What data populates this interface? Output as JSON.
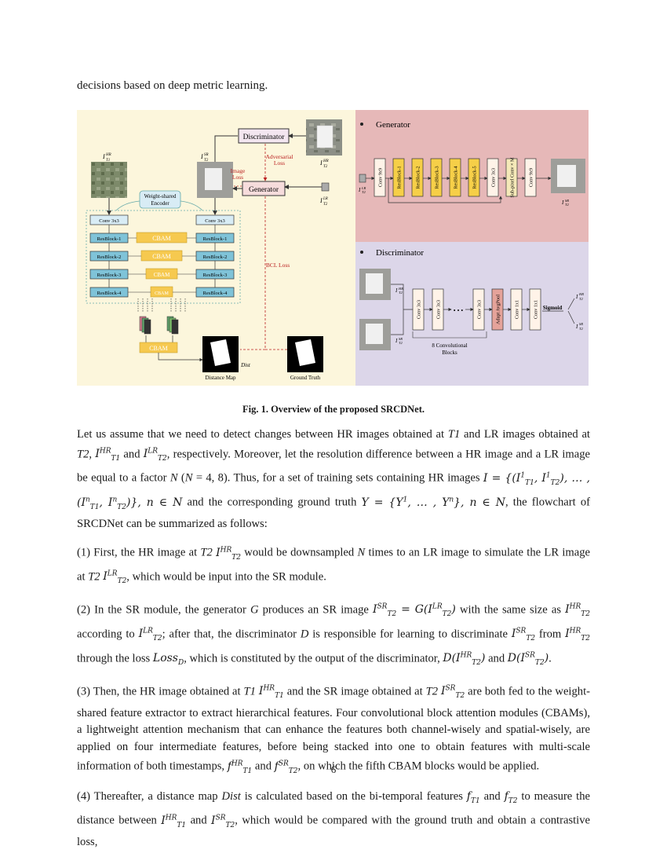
{
  "lead_text": "decisions based on deep metric learning.",
  "figure": {
    "left_panel": {
      "discriminator": "Discriminator",
      "generator": "Generator",
      "adversarial_loss": [
        "Adversarial",
        "Loss"
      ],
      "image_loss": [
        "Image",
        "Loss"
      ],
      "bcl_loss": "BCL Loss",
      "encoder": [
        "Weight-shared",
        "Encoder"
      ],
      "conv_left": "Conv 3x3",
      "conv_right": "Conv 3x3",
      "resblocks": [
        "ResBlock-1",
        "ResBlock-2",
        "ResBlock-3",
        "ResBlock-4"
      ],
      "cbam": "CBAM",
      "distance_map": "Distance Map",
      "ground_truth": "Ground Truth",
      "dist": "Dist",
      "labels": {
        "t1_hr": "I",
        "t1_hr_sub": "T1",
        "t1_hr_sup": "HR",
        "t2_sr": "I",
        "t2_sr_sub": "T2",
        "t2_sr_sup": "SR",
        "t2_hr": "I",
        "t2_hr_sub": "T2",
        "t2_hr_sup": "HR",
        "t2_lr": "I",
        "t2_lr_sub": "T2",
        "t2_lr_sup": "LR"
      }
    },
    "generator_panel": {
      "title": "Generator",
      "blocks": [
        "Conv 9x9",
        "ResBlock-1",
        "ResBlock-2",
        "ResBlock-3",
        "ResBlock-4",
        "ResBlock-5",
        "Conv 3x3",
        "Sub-pixel Conv × M",
        "Conv 9x9"
      ]
    },
    "discriminator_panel": {
      "title": "Discriminator",
      "blocks": [
        "Conv 3x3",
        "Conv 3x3",
        "Conv 3x3",
        "Adapt AvgPool",
        "Conv 1x1",
        "Conv 1x1"
      ],
      "dots": "• • •",
      "group_label": [
        "8 Convolutional",
        "Blocks"
      ],
      "sigmoid": "Sigmoid"
    }
  },
  "caption": "Fig. 1. Overview of the proposed SRCDNet.",
  "page_number": "6"
}
